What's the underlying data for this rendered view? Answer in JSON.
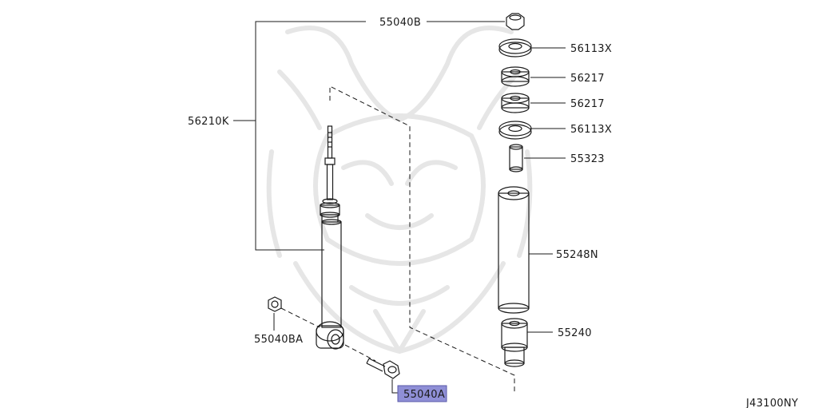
{
  "diagram": {
    "labels": {
      "p55040B": "55040B",
      "p56113X_top": "56113X",
      "p56217_top": "56217",
      "p56217_bottom": "56217",
      "p56113X_bottom": "56113X",
      "p55323": "55323",
      "p55248N": "55248N",
      "p55240": "55240",
      "p56210K": "56210K",
      "p55040BA": "55040BA",
      "p55040A": "55040A"
    },
    "diagram_code": "J43100NY",
    "colors": {
      "line": "#1a1a1a",
      "highlight": "#8f8fd6",
      "watermark": "#e6e6e6"
    }
  }
}
